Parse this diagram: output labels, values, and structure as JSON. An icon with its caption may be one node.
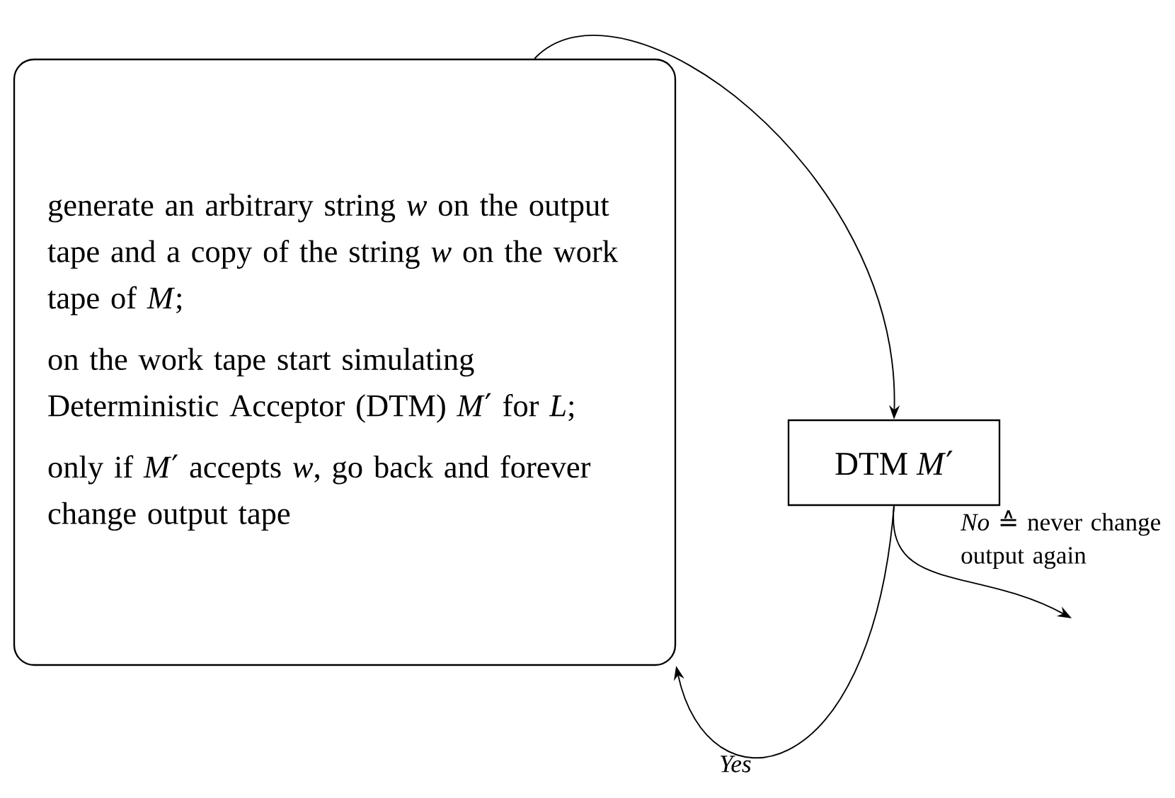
{
  "diagram": {
    "nodes": [
      {
        "text": [
          "generate an arbitrary string *w* on the output tape and a copy of the string *w* on the work tape of *M*;",
          "on the work tape start simulating Deterministic Acceptor (DTM) *M*′ for *L*;",
          "only if *M*′ accepts *w*, go back and forever change output tape"
        ]
      },
      {
        "text": [
          "DTM *M*′"
        ]
      }
    ],
    "edges": [
      {
        "from": 0,
        "to": 1,
        "arrow": "to"
      },
      {
        "from": 1,
        "to": 0,
        "arrow": "to",
        "label": "*Yes*"
      },
      {
        "from": 1,
        "to": null,
        "arrow": "to",
        "label": "*No* ≙ never change output again"
      }
    ]
  }
}
